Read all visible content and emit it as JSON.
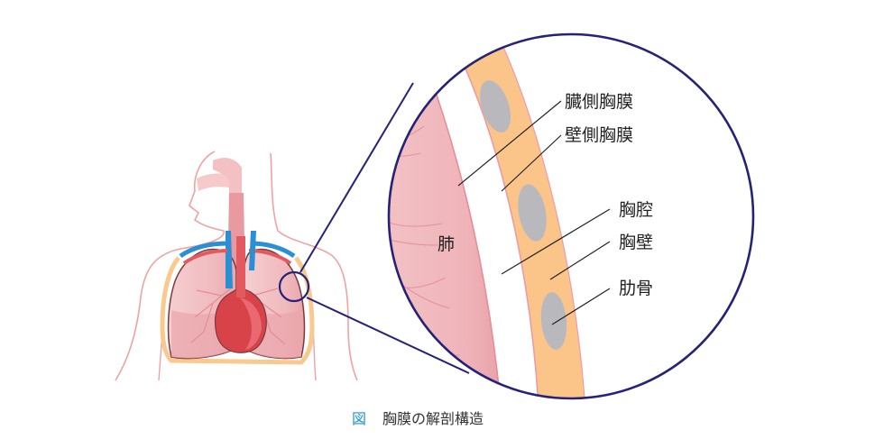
{
  "labels": {
    "visceral_pleura": "臓側胸膜",
    "parietal_pleura": "壁側胸膜",
    "pleural_cavity": "胸腔",
    "chest_wall": "胸壁",
    "rib": "肋骨",
    "lung": "肺"
  },
  "caption": {
    "prefix": "図",
    "text": "胸膜の解剖構造"
  },
  "colors": {
    "outline": "#e8a0a0",
    "lung_fill": "#f3c6c8",
    "lung_shadow": "#e9a4a9",
    "heart": "#d9474c",
    "vein": "#2b8fd6",
    "artery": "#e25a5f",
    "wall": "#fbc58a",
    "wall_edge": "#f0a0a8",
    "rib": "#b9b9bd",
    "circle": "#25227a",
    "caption_prefix": "#1f93d0"
  }
}
